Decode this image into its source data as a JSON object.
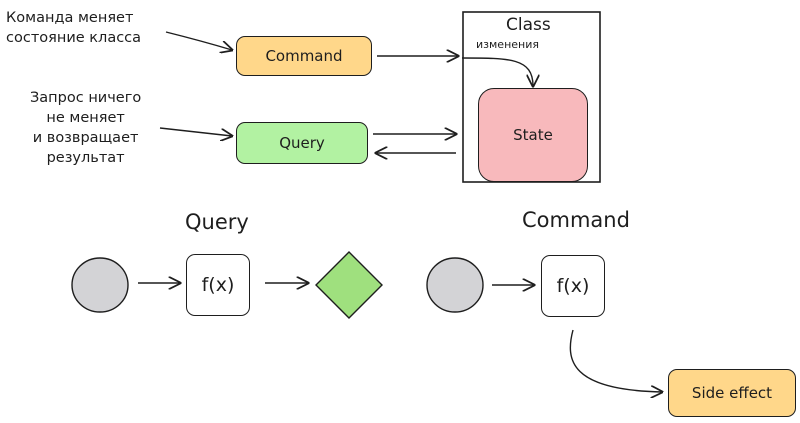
{
  "notes": {
    "command_note": [
      "Команда меняет",
      "состояние класса"
    ],
    "query_note": [
      "Запрос ничего",
      "не меняет",
      "и возвращает",
      "результат"
    ]
  },
  "top": {
    "command_label": "Command",
    "query_label": "Query",
    "class_label": "Class",
    "changes_label": "изменения",
    "state_label": "State"
  },
  "bottom": {
    "query_title": "Query",
    "command_title": "Command",
    "fx_query": "f(x)",
    "fx_command": "f(x)",
    "side_effect_label": "Side effect"
  },
  "colors": {
    "command_fill": "#ffd78a",
    "query_fill": "#b2f2a2",
    "state_fill": "#f8b9bc",
    "input_circle_fill": "#d3d3d6",
    "output_diamond_fill": "#9fe07e",
    "side_effect_fill": "#ffd78a"
  }
}
